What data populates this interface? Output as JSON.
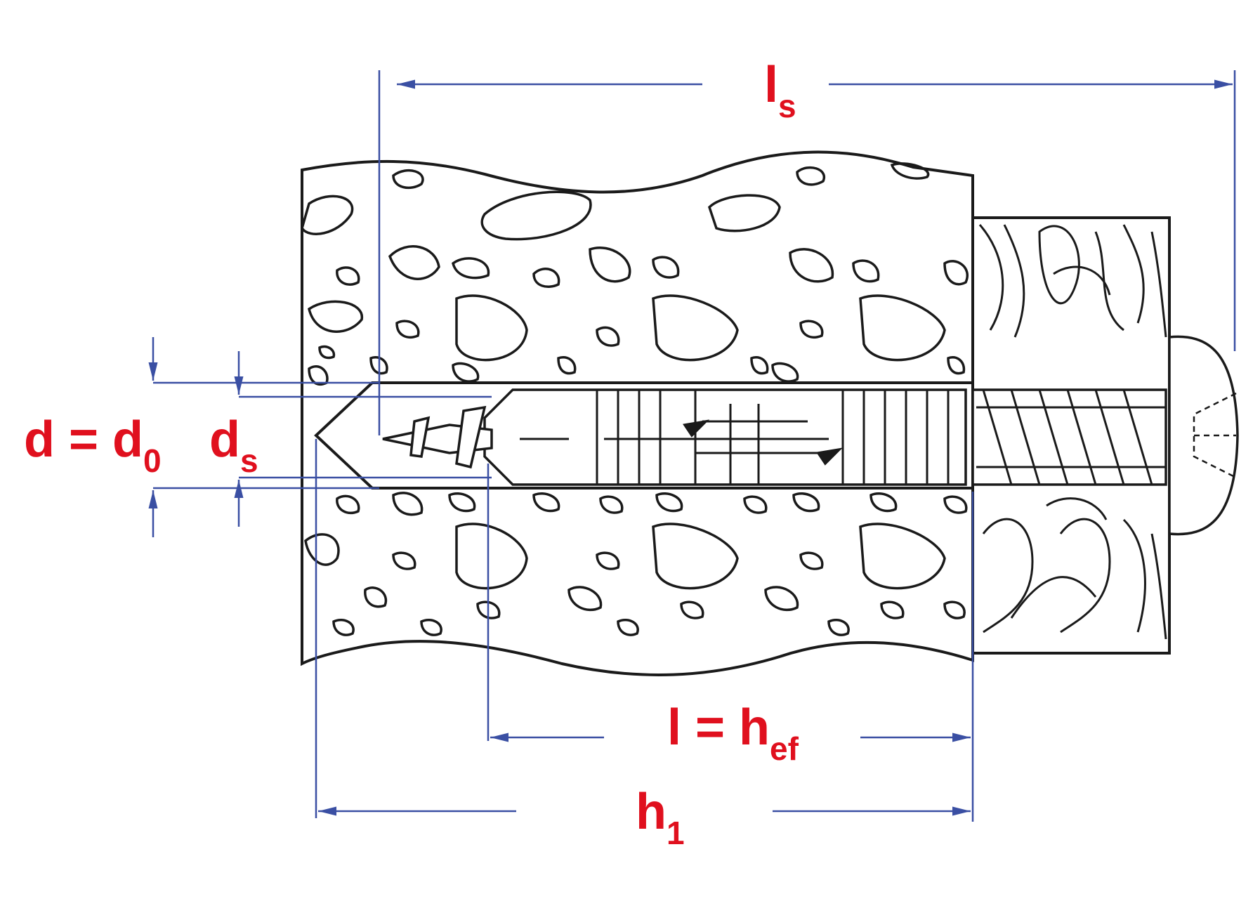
{
  "colors": {
    "line": "#1a1a1a",
    "dimension": "#3a4fa3",
    "label": "#e0101e",
    "background": "#ffffff"
  },
  "labels": {
    "ls_main": "l",
    "ls_sub": "s",
    "d_main": "d = d",
    "d_sub": "0",
    "ds_main": "d",
    "ds_sub": "s",
    "hef_main": "l = h",
    "hef_sub": "ef",
    "h1_main": "h",
    "h1_sub": "1"
  }
}
